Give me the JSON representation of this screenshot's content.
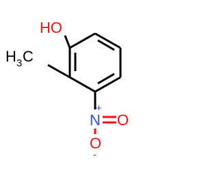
{
  "molecule": {
    "atoms": {
      "hydroxyl": "HO",
      "methyl_h": "H",
      "methyl_sub": "3",
      "methyl_c": "C",
      "nitro_n": "N",
      "nitro_o": "O",
      "nitro_o_minus": "O",
      "charge_plus": "+",
      "charge_minus": "-"
    },
    "colors": {
      "carbon_bond": "#000000",
      "oxygen": "#ff0d0d",
      "nitrogen": "#3050f8",
      "background": "#ffffff"
    }
  }
}
